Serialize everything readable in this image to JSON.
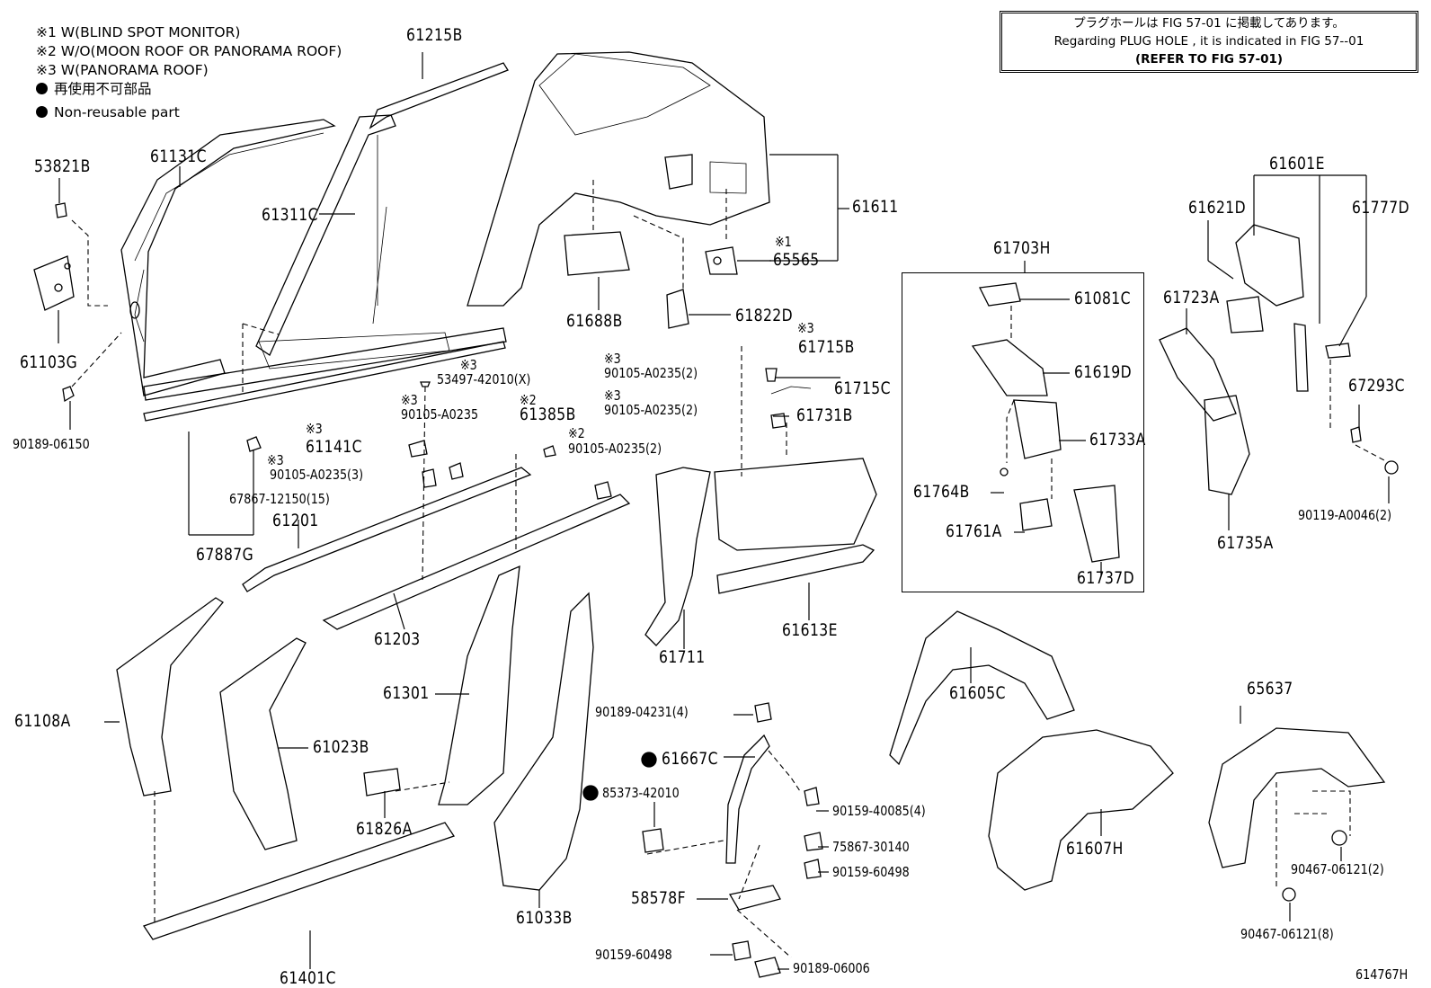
{
  "legend": {
    "note1": "※1 W(BLIND SPOT MONITOR)",
    "note2": "※2 W/O(MOON ROOF OR PANORAMA ROOF)",
    "note3": "※3 W(PANORAMA ROOF)",
    "nonreusable_jp": "再使用不可部品",
    "nonreusable_en": "Non-reusable part"
  },
  "note_box": {
    "line1": "プラグホールは FIG 57-01 に掲載してあります。",
    "line2": "Regarding  PLUG  HOLE , it is indicated in FIG  57--01",
    "line3": "(REFER TO FIG 57-01)"
  },
  "figure_id": "614767H",
  "parts": {
    "p61215B": "61215B",
    "p53821B": "53821B",
    "p61131C": "61131C",
    "p61311C": "61311C",
    "p61611": "61611",
    "p65565": "65565",
    "p65565_mark": "※1",
    "p61103G": "61103G",
    "p90189_06150": "90189-06150",
    "p61688B": "61688B",
    "p61822D": "61822D",
    "p61715B": "61715B",
    "p61715B_mark": "※3",
    "p53497": "53497-42010(X)",
    "p53497_mark": "※3",
    "p90105_a": "90105-A0235(2)",
    "p90105_a_mark": "※3",
    "p90105_b": "90105-A0235(2)",
    "p90105_b_mark": "※3",
    "p61715C": "61715C",
    "p90105_c": "90105-A0235",
    "p90105_c_mark": "※3",
    "p61385B": "61385B",
    "p61385B_mark": "※2",
    "p61141C": "61141C",
    "p61141C_mark": "※3",
    "p90105_d": "90105-A0235(2)",
    "p90105_d_mark": "※2",
    "p61731B": "61731B",
    "p90105_e": "90105-A0235(3)",
    "p90105_e_mark": "※3",
    "p67867": "67867-12150(15)",
    "p61201": "61201",
    "p67887G": "67887G",
    "p61203": "61203",
    "p61711": "61711",
    "p61613E": "61613E",
    "p61108A": "61108A",
    "p61023B": "61023B",
    "p61301": "61301",
    "p90189_04231": "90189-04231(4)",
    "p61667C": "61667C",
    "p85373": "85373-42010",
    "p90159_40085": "90159-40085(4)",
    "p75867": "75867-30140",
    "p90159_60498a": "90159-60498",
    "p58578F": "58578F",
    "p90159_60498b": "90159-60498",
    "p90189_06006": "90189-06006",
    "p61826A": "61826A",
    "p61033B": "61033B",
    "p61401C": "61401C",
    "p61703H": "61703H",
    "p61081C": "61081C",
    "p61619D": "61619D",
    "p61733A": "61733A",
    "p61764B": "61764B",
    "p61761A": "61761A",
    "p61737D": "61737D",
    "p61601E": "61601E",
    "p61621D": "61621D",
    "p61777D": "61777D",
    "p61723A": "61723A",
    "p67293C": "67293C",
    "p90119": "90119-A0046(2)",
    "p61735A": "61735A",
    "p61605C": "61605C",
    "p61607H": "61607H",
    "p65637": "65637",
    "p90467_a": "90467-06121(2)",
    "p90467_b": "90467-06121(8)"
  }
}
